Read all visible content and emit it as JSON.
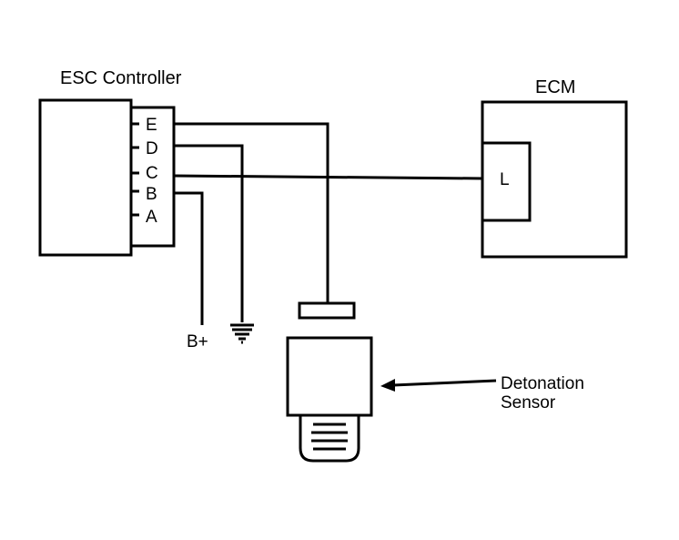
{
  "esc_controller": {
    "title": "ESC Controller",
    "pins": [
      "E",
      "D",
      "C",
      "B",
      "A"
    ]
  },
  "ecm": {
    "title": "ECM",
    "terminal": "L"
  },
  "power": {
    "label": "B+"
  },
  "sensor": {
    "label_line1": "Detonation",
    "label_line2": "Sensor"
  },
  "colors": {
    "line": "#000000",
    "background": "#ffffff"
  }
}
